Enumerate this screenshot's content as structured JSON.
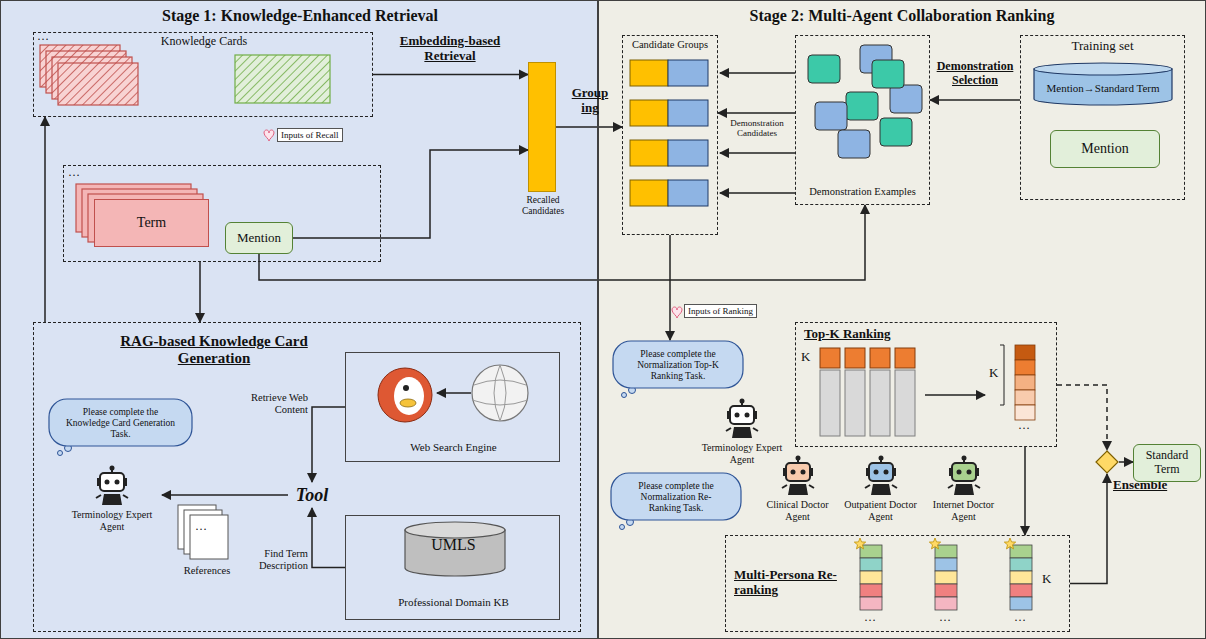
{
  "diagram": {
    "nodes": [
      {
        "text": [
          "Stage 1: Knowledge-Enhanced Retrieval"
        ]
      },
      {
        "text": [
          "Knowledge Cards"
        ],
        "in": 0
      },
      {
        "text": [
          "…"
        ],
        "in": 0
      },
      {
        "text": [
          "Term"
        ],
        "in": 2
      },
      {
        "text": [
          "Mention"
        ],
        "in": 2
      },
      {
        "text": [
          "Recalled Candidates"
        ],
        "in": 0
      },
      {
        "text": [
          "RAG-based Knowledge Card Generation"
        ],
        "in": 0
      },
      {
        "text": [
          "Please complete the Knowledge Card Generation Task."
        ],
        "in": 6
      },
      {
        "text": [
          "Terminology Expert Agent"
        ],
        "in": 6
      },
      {
        "text": [
          "References"
        ],
        "in": 6
      },
      {
        "text": [
          "Tool"
        ],
        "in": 6
      },
      {
        "text": [
          "Web Search Engine"
        ],
        "in": 6
      },
      {
        "text": [
          "UMLS",
          "Professional Domain KB"
        ],
        "in": 6
      },
      {
        "text": [
          "Stage 2: Multi-Agent Collaboration Ranking"
        ]
      },
      {
        "text": [
          "Candidate Groups"
        ],
        "in": 13
      },
      {
        "text": [
          "Demonstration Examples"
        ],
        "in": 13
      },
      {
        "text": [
          "Training set"
        ],
        "in": 13
      },
      {
        "text": [
          "Mention→Standard Term"
        ],
        "in": 16
      },
      {
        "text": [
          "Mention"
        ],
        "in": 16
      },
      {
        "text": [
          "Please complete the Normalization Top-K Ranking Task."
        ],
        "in": 13
      },
      {
        "text": [
          "Terminology Expert Agent"
        ],
        "in": 13
      },
      {
        "text": [
          "Top-K Ranking"
        ],
        "in": 13
      },
      {
        "text": [
          "Please complete the Normalization Re-Ranking Task."
        ],
        "in": 13
      },
      {
        "text": [
          "Clinical Doctor Agent"
        ],
        "in": 13
      },
      {
        "text": [
          "Outpatient Doctor Agent"
        ],
        "in": 13
      },
      {
        "text": [
          "Internet Doctor Agent"
        ],
        "in": 13
      },
      {
        "text": [
          "Multi-Persona Re-ranking"
        ],
        "in": 13
      },
      {
        "text": [
          "Ensemble"
        ],
        "in": 13
      },
      {
        "text": [
          "Standard Term"
        ],
        "in": 13
      }
    ],
    "edges": [
      {
        "from": 1,
        "to": 5,
        "arrow": "to",
        "label": "Embedding-based Retrieval"
      },
      {
        "from": 4,
        "to": 5,
        "arrow": "to"
      },
      {
        "from": 4,
        "to": 15,
        "arrow": "to"
      },
      {
        "from": 2,
        "to": 6,
        "arrow": "to"
      },
      {
        "from": 6,
        "to": 1,
        "arrow": "to"
      },
      {
        "from": 5,
        "to": 14,
        "arrow": "to",
        "label": "Group ing"
      },
      {
        "from": 11,
        "to": 10,
        "arrow": "to",
        "label": "Retrieve Web Content"
      },
      {
        "from": 12,
        "to": 10,
        "arrow": "to",
        "label": "Find Term Description"
      },
      {
        "from": 10,
        "to": 8,
        "arrow": "to"
      },
      {
        "from": 16,
        "to": 15,
        "arrow": "to",
        "label": "Demonstration Selection"
      },
      {
        "from": 15,
        "to": 14,
        "arrow": "to",
        "label": "Demonstration Candidates"
      },
      {
        "from": 14,
        "to": 19,
        "arrow": "to"
      },
      {
        "from": 21,
        "to": 26,
        "arrow": "to"
      },
      {
        "from": 21,
        "to": 27,
        "arrow": "to"
      },
      {
        "from": 26,
        "to": 27,
        "arrow": "to"
      },
      {
        "from": 27,
        "to": 28,
        "arrow": "to"
      }
    ],
    "labels": [
      "…",
      "Inputs of Recall",
      "…",
      "Inputs of Ranking",
      "K",
      "K",
      "…",
      "…",
      "…",
      "…",
      "K"
    ]
  }
}
